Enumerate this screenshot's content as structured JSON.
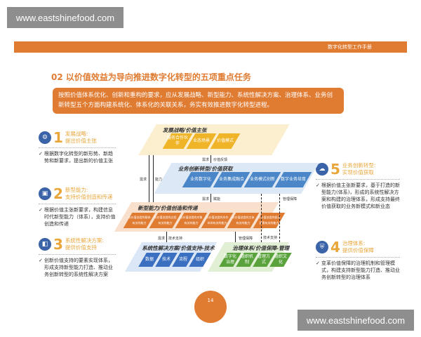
{
  "watermark": "www.eastshinefood.com",
  "header": "数字化转型工作手册",
  "title": "02 以价值效益为导向推进数字化转型的五项重点任务",
  "intro": "按照价值体系优化、创新和重构的要求，应从发展战略、新型能力、系统性解决方案、治理体系、业务创新转型五个方面构建系统化、体系化的关联关系，务实有效推进数字化转型进程。",
  "items": [
    {
      "num": "1",
      "title1": "发展战略:",
      "title2": "提出价值主张",
      "desc": "根据数字化转型的新形势、新趋势和新要求，提出新的价值主张",
      "icon": "gear-icon"
    },
    {
      "num": "2",
      "title1": "新型能力:",
      "title2": "支持价值创造和传递",
      "desc": "根据价值主张新要求，构建信息时代新型能力（体系），支持价值创造和传递",
      "icon": "briefcase-icon"
    },
    {
      "num": "3",
      "title1": "系统性解决方案:",
      "title2": "提供价值支持",
      "desc": "创新价值支持的要素实现体系，形成支持新型能力打造、推动业务创新转型的系统性解决方案",
      "icon": "solution-icon"
    },
    {
      "num": "5",
      "title1": "业务创新转型:",
      "title2": "实现价值获取",
      "desc": "根据价值主张新要求，基于打造的新型能力(体系)，形成的系统性解决方案和构建的治理体系，形成支持最终价值获取的业务新模式和新业态",
      "icon": "cloud-icon"
    },
    {
      "num": "4",
      "title1": "治理体系:",
      "title2": "提供价值保障",
      "desc": "变革价值保障的治理机制和管理模式，构建支持新型能力打造、推动业务创新转型的治理体系",
      "icon": "shield-icon"
    }
  ],
  "diagram": {
    "strategy": {
      "title": "发展战略/价值主张",
      "boxes": [
        "服务合作伙伴",
        "业态场景",
        "价值模式"
      ],
      "color": "#f0b429"
    },
    "business": {
      "title": "业务创新转型/价值获取",
      "boxes": [
        "业务数字化",
        "业务集成融合",
        "业务模式创新",
        "数字业务培育"
      ],
      "color": "#4a86c8"
    },
    "capability": {
      "title": "新型能力/价值创造和传递",
      "boxes": [
        "与价值创造的载体有关的能力",
        "与价值创造的过程有关的能力",
        "与价值创造的对象有关的能力",
        "与价值创造的合作伙伴有关的能力",
        "与价值创造的主体有关的能力",
        "与价值创造的驱动要素有关的能力"
      ],
      "color": "#e07b32"
    },
    "solution": {
      "title": "系统性解决方案/价值支持-技术",
      "boxes": [
        "数据",
        "技术",
        "流程",
        "组织"
      ],
      "color": "#3b6fbf"
    },
    "governance": {
      "title": "治理体系/价值保障-管理",
      "boxes": [
        "数字化治理",
        "组织机制",
        "管理方式",
        "组织文化"
      ],
      "color": "#5aa33c"
    },
    "labels": {
      "demand": "需求",
      "capability": "能力",
      "value_feedback": "价值反馈",
      "support": "赋能",
      "tech": "技术支持",
      "guarantee": "管理保障"
    }
  },
  "page_number": "14"
}
